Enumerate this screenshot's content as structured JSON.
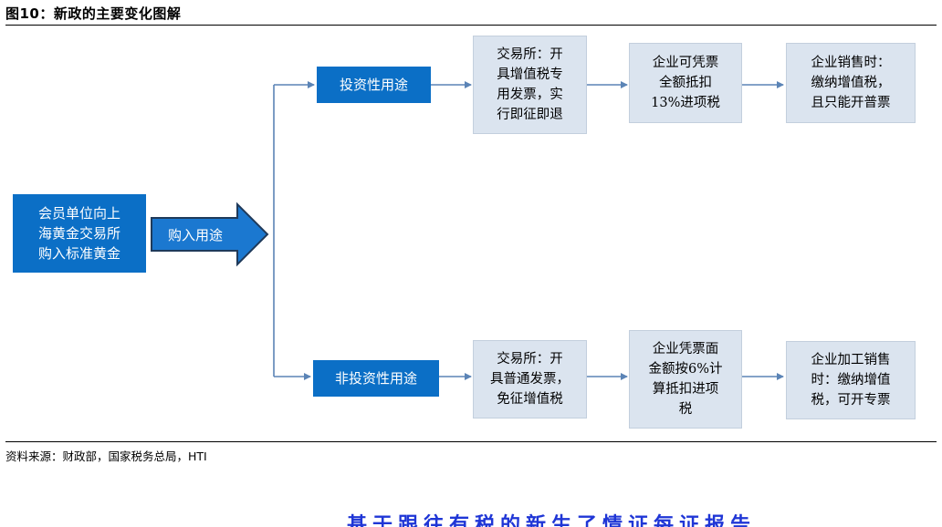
{
  "header": {
    "title": "图10：新政的主要变化图解"
  },
  "footer": {
    "source": "资料来源：财政部，国家税务总局，HTI",
    "banner": "基于跟往有税的新生了情证每证报告"
  },
  "flow": {
    "origin": "会员单位向上\n海黄金交易所\n购入标准黄金",
    "purpose": "购入用途",
    "investment": {
      "label": "投资性用途",
      "step1": "交易所：开\n具增值税专\n用发票，实\n行即征即退",
      "step2": "企业可凭票\n全额抵扣\n13%进项税",
      "step3": "企业销售时：\n缴纳增值税，\n且只能开普票"
    },
    "non_investment": {
      "label": "非投资性用途",
      "step1": "交易所：开\n具普通发票，\n免征增值税",
      "step2": "企业凭票面\n金额按6%计\n算抵扣进项\n税",
      "step3": "企业加工销售\n时：缴纳增值\n税，可开专票"
    }
  },
  "colors": {
    "primary_blue": "#0b6fc6",
    "box_grey": "#dbe4ef",
    "connector": "#5b84b6",
    "big_arrow": "#1b78d0",
    "banner_blue": "#1f36d6"
  }
}
